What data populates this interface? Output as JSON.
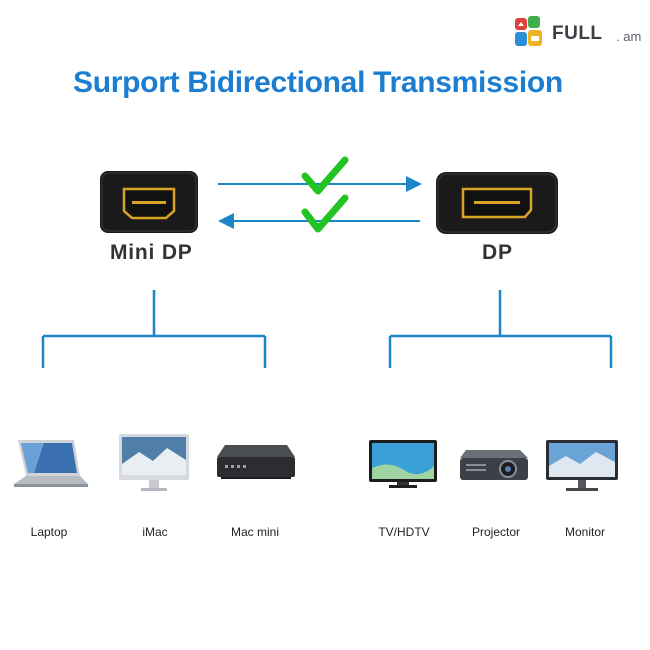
{
  "header": {
    "title": "Surport Bidirectional Transmission"
  },
  "logo": {
    "name": "FULL",
    "suffix": ". am",
    "icon": "house-car-icon"
  },
  "ports": {
    "left_label": "Mini DP",
    "right_label": "DP"
  },
  "devices_left": [
    "Laptop",
    "iMac",
    "Mac mini"
  ],
  "devices_right": [
    "TV/HDTV",
    "Projector",
    "Monitor"
  ],
  "colors": {
    "accent": "#1c7ed0",
    "line": "#1b86c8",
    "check": "#22c322",
    "connector": "#1a1a1a",
    "gold": "#d9a423"
  }
}
